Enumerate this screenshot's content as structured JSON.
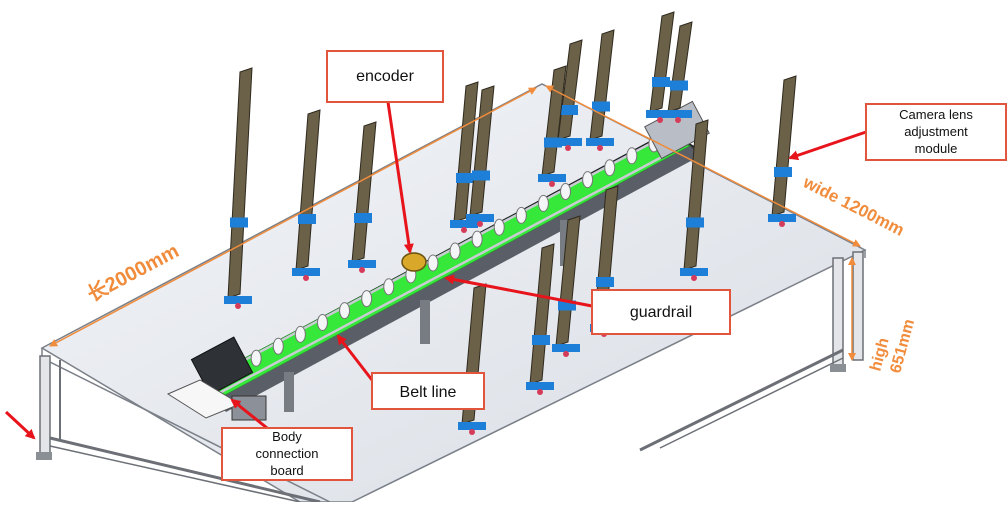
{
  "labels": {
    "encoder": "encoder",
    "camera_line1": "Camera lens",
    "camera_line2": "adjustment",
    "camera_line3": "module",
    "guardrail": "guardrail",
    "belt_line": "Belt line",
    "body_line1": "Body",
    "body_line2": "connection",
    "body_line3": "board"
  },
  "dimensions": {
    "length": "长2000mm",
    "width": "wide 1200mm",
    "height_line1": "high",
    "height_line2": "651mm"
  },
  "colors": {
    "callout_border": "#e0553c",
    "arrow": "#e8141c",
    "dimension": "#f08c3c",
    "belt": "#35e83a",
    "column": "#6b6048",
    "bracket": "#1e7fd8",
    "foot": "#d43c5a",
    "table_top": "#e6e9ef",
    "frame": "#6c7076"
  }
}
